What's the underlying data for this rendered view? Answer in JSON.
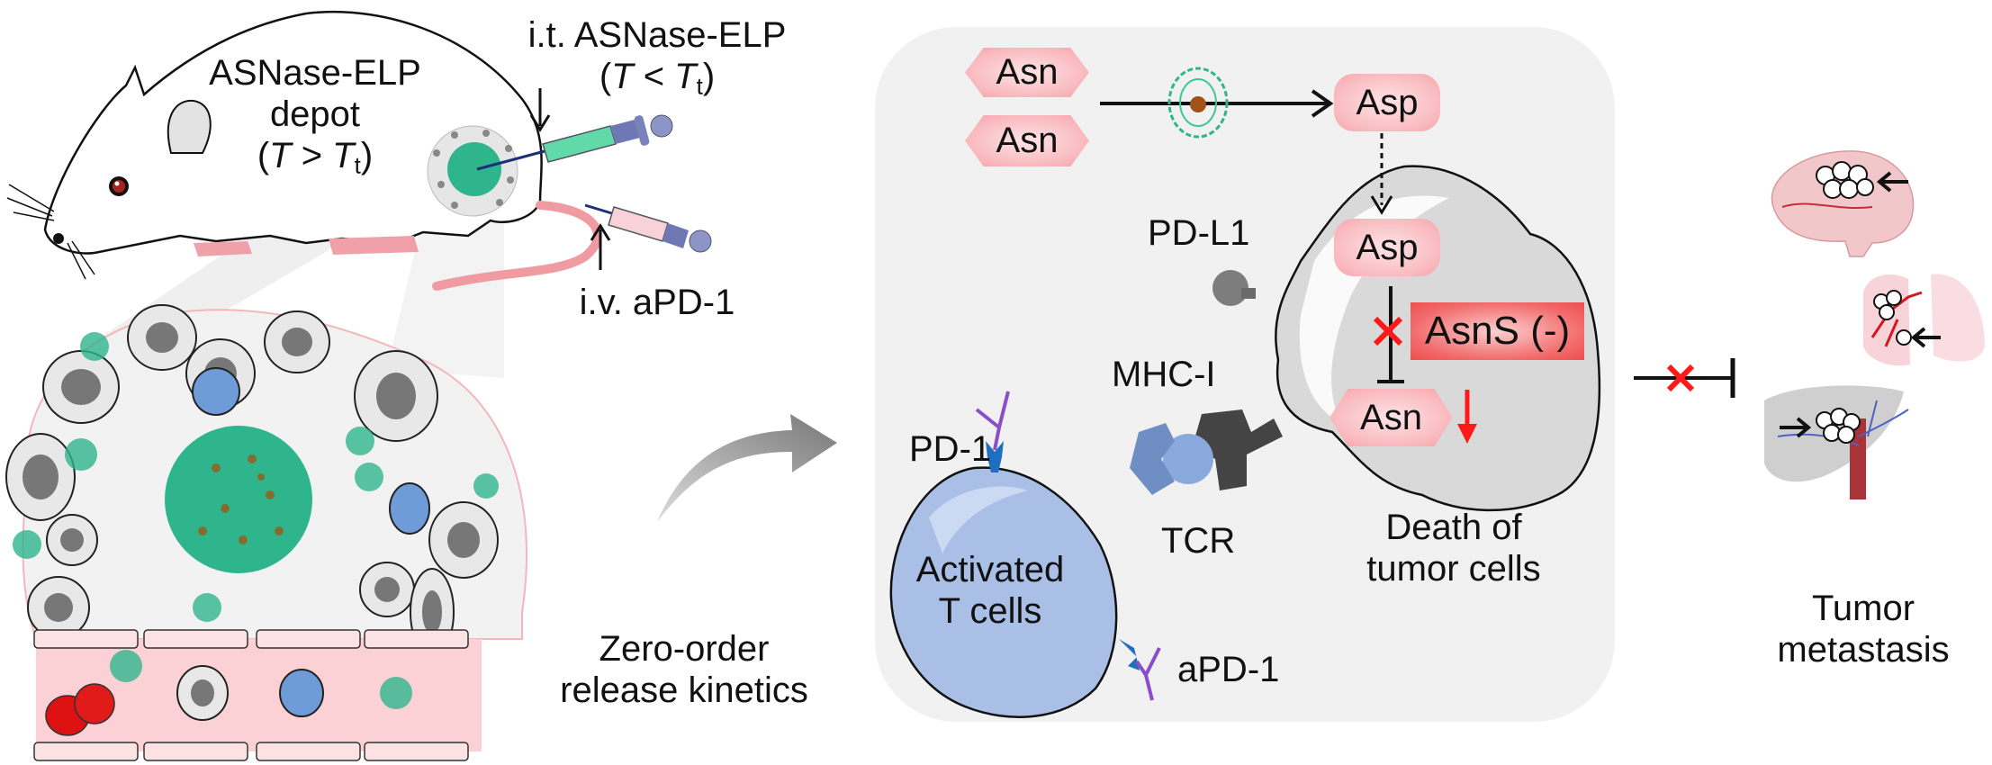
{
  "figure": {
    "mouse_panel": {
      "depot_label_line1": "ASNase-ELP",
      "depot_label_line2": "depot",
      "depot_condition": {
        "open": "(",
        "T": "T",
        "op": " > ",
        "Tt": "T",
        "sub": "t",
        "close": ")"
      },
      "it_injection_label": "i.t. ASNase-ELP",
      "it_condition": {
        "open": "(",
        "T": "T",
        "op": " < ",
        "Tt": "T",
        "sub": "t",
        "close": ")"
      },
      "iv_injection_label": "i.v. aPD-1"
    },
    "tumor_panel": {
      "release_label_line1": "Zero-order",
      "release_label_line2": "release kinetics"
    },
    "mechanism_panel": {
      "substrates": [
        "Asn",
        "Asn"
      ],
      "product_outside": "Asp",
      "product_inside": "Asp",
      "enzyme_box": "AsnS (-)",
      "depleted": "Asn",
      "pdl1_label": "PD-L1",
      "mhc_label": "MHC-I",
      "pd1_label": "PD-1",
      "tcr_label": "TCR",
      "apd1_label": "aPD-1",
      "tcell_label_line1": "Activated",
      "tcell_label_line2": "T cells",
      "death_label_line1": "Death of",
      "death_label_line2": "tumor cells"
    },
    "metastasis_panel": {
      "organs": [
        "brain",
        "lung",
        "liver"
      ],
      "label_line1": "Tumor",
      "label_line2": "metastasis"
    },
    "colors": {
      "panel_bg": "#f1f1f1",
      "hex_pink": "#f9b8bd",
      "asns_red": "#ec4e4e",
      "inhibit_red": "#ff1a1a",
      "elp_green": "#2fb58c",
      "tcell_blue": "#a9bfe6",
      "antibody_purple": "#8a4fc8",
      "receptor_blue": "#1f6fc0"
    }
  }
}
